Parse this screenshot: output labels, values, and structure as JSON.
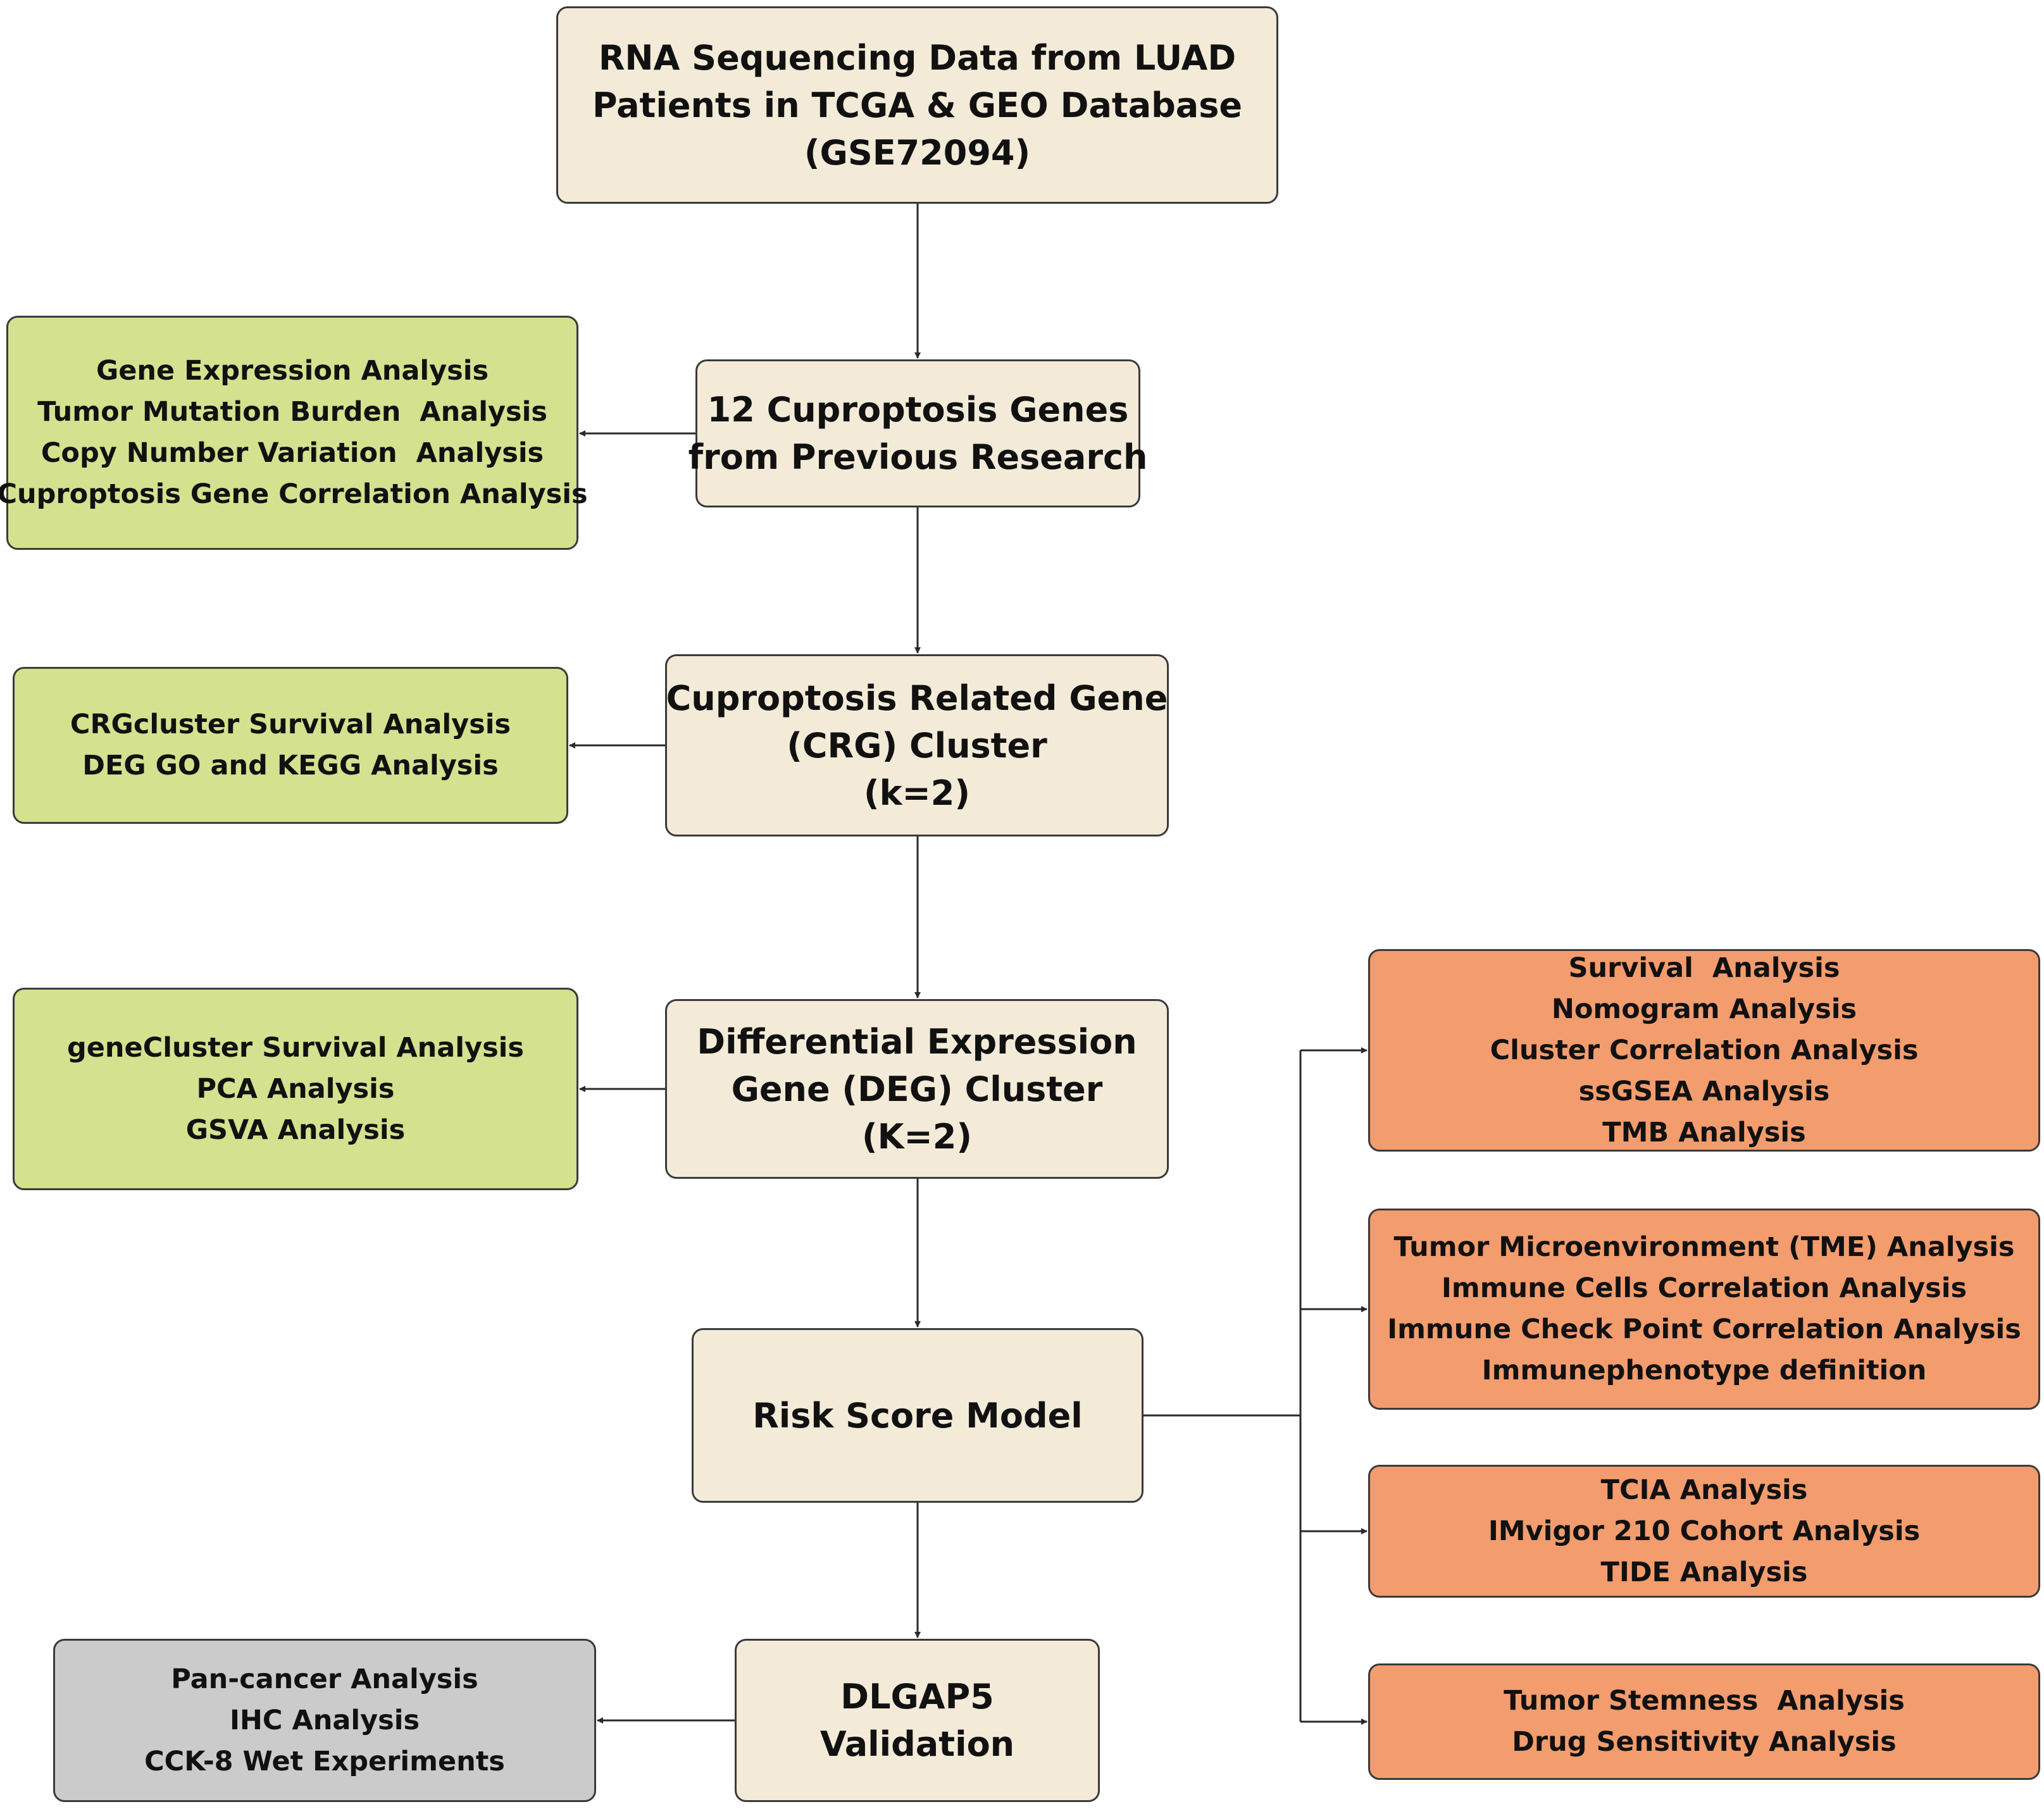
{
  "colors": {
    "main_fill": "#F3EBD8",
    "green_fill": "#D4E18F",
    "orange_fill": "#F39C6E",
    "gray_fill": "#CBCBCB",
    "stroke": "#3A3A3A"
  },
  "main_flow": [
    {
      "id": "rna",
      "lines": [
        "RNA Sequencing Data from LUAD",
        "Patients in TCGA & GEO Database",
        "(GSE72094)"
      ]
    },
    {
      "id": "genes12",
      "lines": [
        "12 Cuproptosis Genes",
        "from Previous Research"
      ]
    },
    {
      "id": "crg",
      "lines": [
        "Cuproptosis Related Gene",
        "(CRG) Cluster",
        "(k=2)"
      ]
    },
    {
      "id": "deg",
      "lines": [
        "Differential Expression",
        "Gene (DEG) Cluster",
        "(K=2)"
      ]
    },
    {
      "id": "risk",
      "lines": [
        "Risk Score Model"
      ]
    },
    {
      "id": "dlgap5",
      "lines": [
        "DLGAP5",
        "Validation"
      ]
    }
  ],
  "left_branches": [
    {
      "id": "gene-expression",
      "source": "genes12",
      "lines": [
        "Gene Expression Analysis",
        "Tumor Mutation Burden  Analysis",
        "Copy Number Variation  Analysis",
        "Cuproptosis Gene Correlation Analysis"
      ]
    },
    {
      "id": "crgcluster",
      "source": "crg",
      "lines": [
        "CRGcluster Survival Analysis",
        "DEG GO and KEGG Analysis"
      ]
    },
    {
      "id": "genecluster",
      "source": "deg",
      "lines": [
        "geneCluster Survival Analysis",
        "PCA Analysis",
        "GSVA Analysis"
      ]
    },
    {
      "id": "pan-cancer",
      "source": "dlgap5",
      "lines": [
        "Pan-cancer Analysis",
        "IHC Analysis",
        "CCK-8 Wet Experiments"
      ]
    }
  ],
  "right_branches": [
    {
      "id": "survival",
      "lines": [
        "Survival  Analysis",
        "Nomogram Analysis",
        "Cluster Correlation Analysis",
        "ssGSEA Analysis",
        "TMB Analysis"
      ]
    },
    {
      "id": "tme",
      "lines": [
        "Tumor Microenvironment (TME) Analysis",
        "Immune Cells Correlation Analysis",
        "Immune Check Point Correlation Analysis",
        "Immunephenotype definition"
      ]
    },
    {
      "id": "tcia",
      "lines": [
        "TCIA Analysis",
        "IMvigor 210 Cohort Analysis",
        "TIDE Analysis"
      ]
    },
    {
      "id": "stemness",
      "lines": [
        "Tumor Stemness  Analysis",
        "Drug Sensitivity Analysis"
      ]
    }
  ]
}
